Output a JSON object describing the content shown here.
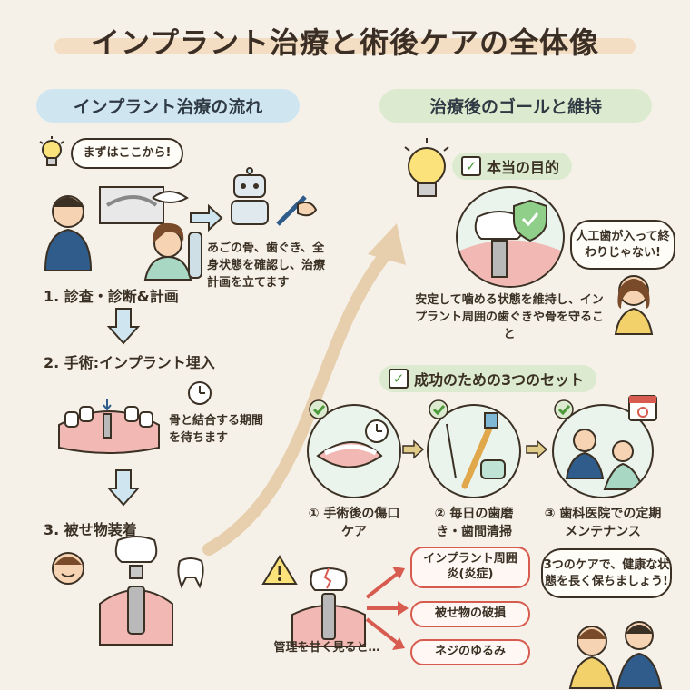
{
  "title": "インプラント治療と術後ケアの全体像",
  "left": {
    "header": "インプラント治療の流れ",
    "speech": "まずはここから!",
    "step1": {
      "label": "1. 診査・診断&計画",
      "note": "あごの骨、歯ぐき、全身状態を確認し、治療計画を立てます"
    },
    "step2": {
      "label": "2. 手術:インプラント埋入",
      "note": "骨と結合する期間を待ちます"
    },
    "step3": {
      "label": "3. 被せ物装着"
    }
  },
  "right": {
    "header": "治療後のゴールと維持",
    "purpose": {
      "label": "本当の目的",
      "desc": "安定して噛める状態を維持し、インプラント周囲の歯ぐきや骨を守ること",
      "speech": "人工歯が入って終わりじゃない!"
    },
    "set": {
      "label": "成功のための3つのセット",
      "items": [
        {
          "label": "① 手術後の傷口ケア"
        },
        {
          "label": "② 毎日の歯磨き・歯間清掃"
        },
        {
          "label": "③ 歯科医院での定期メンテナンス"
        }
      ]
    },
    "risk": {
      "caption": "管理を甘く見ると…",
      "items": [
        "インプラント周囲炎(炎症)",
        "被せ物の破損",
        "ネジのゆるみ"
      ]
    },
    "closing": "3つのケアで、健康な状態を長く保ちましょう!"
  },
  "colors": {
    "background": "#f6f1e8",
    "left_pill": "#cfe6f0",
    "right_pill": "#dcebcf",
    "risk": "#d85b50",
    "check": "#4c9a3c"
  }
}
